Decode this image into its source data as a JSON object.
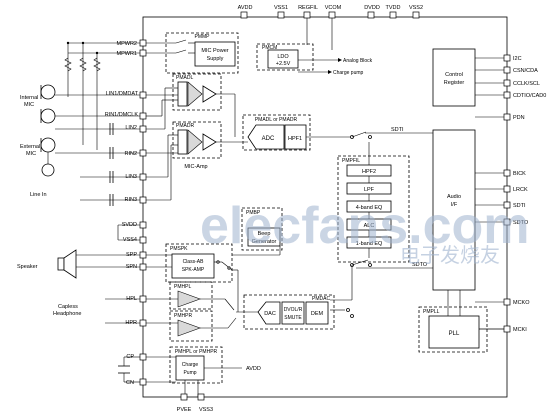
{
  "top_pins": [
    "AVDD",
    "VSS1",
    "REGFIL",
    "VCOM",
    "DVDD",
    "TVDD",
    "VSS2"
  ],
  "bottom_pins": [
    "PVEE",
    "VSS3"
  ],
  "left_pins": [
    "MPWR2",
    "MPWR1",
    "LIN1/DMDAT",
    "RIN1/DMCLK",
    "LIN2",
    "RIN2",
    "LIN3",
    "RIN3",
    "SVDD",
    "VSS4",
    "SPP",
    "SPN",
    "HPL",
    "HPR",
    "CP",
    "CN"
  ],
  "right_pins": [
    "I2C",
    "CSN/CDA",
    "CCLK/SCL",
    "CDTIO/CAD0",
    "PDN",
    "BICK",
    "LRCK",
    "SDTI",
    "SDTO",
    "MCKO",
    "MCKI"
  ],
  "external": {
    "internal_mic": [
      "Internal",
      "MIC"
    ],
    "external_mic": [
      "External",
      "MIC"
    ],
    "line_in": "Line In",
    "speaker": "Speaker",
    "capless_headphone": [
      "Capless",
      "Headphone"
    ]
  },
  "blocks": {
    "pmmp": "PMMP",
    "mic_power": [
      "MIC Power",
      "Supply"
    ],
    "pmcm": "PMCM",
    "ldo": [
      "LDO",
      "+2.5V"
    ],
    "analog_block": "Analog Block",
    "charge_pump_note": "Charge pump",
    "control_register": [
      "Control",
      "Register"
    ],
    "pmadl": "PMADL",
    "pmadr": "PMADR",
    "mic_amp": "MIC-Amp",
    "pmadl_or_pmadr": "PMADL or PMADR",
    "adc": "ADC",
    "hpf1": "HPF1",
    "pmpfil": "PMPFIL",
    "hpf2": "HPF2",
    "lpf": "LPF",
    "eq4": "4-band EQ",
    "alc": "ALC",
    "eq1": "1-band EQ",
    "audio_if": [
      "Audio",
      "I/F"
    ],
    "sdti_label": "SDTI",
    "sdto_label": "SDTO",
    "pmbp": "PMBP",
    "beep_gen": [
      "Beep",
      "Generator"
    ],
    "pmspk": "PMSPK",
    "class_ab": [
      "Class-AB",
      "SPK-AMP"
    ],
    "pmhpl": "PMHPL",
    "pmhpr": "PMHPR",
    "pmdac": "PMDAC",
    "dac": "DAC",
    "dvol": [
      "DVOL/R",
      "SMUTE"
    ],
    "dem": "DEM",
    "pmpll": "PMPLL",
    "pll": "PLL",
    "pmhpl_or_pmhpr": "PMHPL or PMHPR",
    "charge_pump": [
      "Charge",
      "Pump"
    ],
    "avdd_cp": "AVDD"
  },
  "watermark": {
    "main": "elecfans.com",
    "sub": "电子发烧友"
  }
}
